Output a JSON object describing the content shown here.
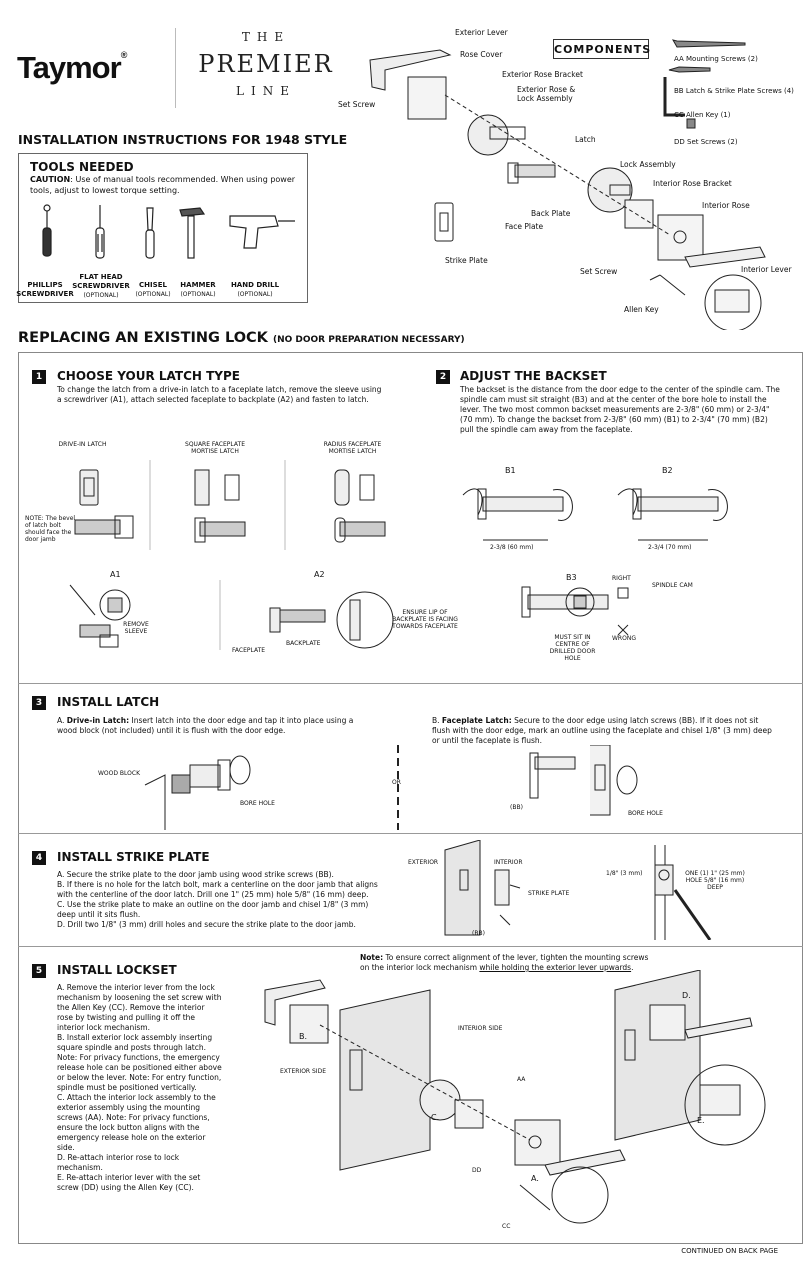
{
  "brand": {
    "logo": "Taymor",
    "registered": "®"
  },
  "premier": {
    "the": "THE",
    "main": "PREMIER",
    "line": "LINE"
  },
  "install_title": "INSTALLATION INSTRUCTIONS FOR 1948 STYLE",
  "tools": {
    "title": "TOOLS NEEDED",
    "caution_label": "CAUTION",
    "caution_text": ": Use of manual tools recommended. When using power tools, adjust to lowest torque setting.",
    "items": [
      {
        "name": "PHILLIPS SCREWDRIVER",
        "opt": ""
      },
      {
        "name": "FLAT HEAD SCREWDRIVER",
        "opt": "(OPTIONAL)"
      },
      {
        "name": "CHISEL",
        "opt": "(OPTIONAL)"
      },
      {
        "name": "HAMMER",
        "opt": "(OPTIONAL)"
      },
      {
        "name": "HAND DRILL",
        "opt": "(OPTIONAL)"
      }
    ]
  },
  "components": {
    "title": "COMPONENTS",
    "items": [
      {
        "code": "AA",
        "label": "Mounting Screws (2)"
      },
      {
        "code": "BB",
        "label": "Latch & Strike Plate Screws (4)"
      },
      {
        "code": "CC",
        "label": "Allen Key (1)"
      },
      {
        "code": "DD",
        "label": "Set Screws (2)"
      }
    ]
  },
  "exploded": {
    "exterior_lever": "Exterior Lever",
    "rose_cover": "Rose Cover",
    "set_screw": "Set Screw",
    "exterior_rose_bracket": "Exterior Rose Bracket",
    "exterior_rose": "Exterior Rose & Lock Assembly",
    "latch": "Latch",
    "lock_assembly": "Lock Assembly",
    "interior_rose_bracket": "Interior Rose Bracket",
    "back_plate": "Back Plate",
    "face_plate": "Face Plate",
    "interior_rose": "Interior Rose",
    "strike_plate": "Strike Plate",
    "set_screw_2": "Set Screw",
    "interior_lever": "Interior Lever",
    "allen_key": "Allen Key"
  },
  "replacing": {
    "title": "REPLACING AN EXISTING LOCK",
    "note": "(NO DOOR PREPARATION NECESSARY)"
  },
  "step1": {
    "num": "1",
    "title": "CHOOSE YOUR LATCH TYPE",
    "text": "To change the latch from a drive-in latch to a faceplate latch, remove the sleeve using a screwdriver (A1), attach selected faceplate to backplate (A2) and fasten to latch.",
    "drive_in": "DRIVE-IN LATCH",
    "square": "SQUARE FACEPLATE MORTISE LATCH",
    "radius": "RADIUS FACEPLATE MORTISE LATCH",
    "note": "NOTE: The bevel of latch bolt should face the door jamb",
    "a1": "A1",
    "a2": "A2",
    "remove_sleeve": "REMOVE SLEEVE",
    "ensure_lip": "ENSURE LIP OF BACKPLATE IS FACING TOWARDS FACEPLATE",
    "faceplate": "FACEPLATE",
    "backplate": "BACKPLATE"
  },
  "step2": {
    "num": "2",
    "title": "ADJUST THE BACKSET",
    "text": "The backset is the distance from the door edge to the center of the spindle cam. The spindle cam must sit straight (B3) and at the center of the bore hole to install the lever. The two most common backset measurements are 2-3/8\" (60 mm) or 2-3/4\" (70 mm). To change the backset from 2-3/8\" (60 mm) (B1) to 2-3/4\" (70 mm) (B2) pull the spindle cam away from the faceplate.",
    "b1": "B1",
    "b2": "B2",
    "b3": "B3",
    "m60": "2-3/8 (60 mm)",
    "m70": "2-3/4 (70 mm)",
    "right": "RIGHT",
    "wrong": "WRONG",
    "spindle_cam": "SPINDLE CAM",
    "must_sit": "MUST SIT IN CENTRE OF DRILLED DOOR HOLE"
  },
  "step3": {
    "num": "3",
    "title": "INSTALL LATCH",
    "a_label": "A.",
    "a_bold": "Drive-in Latch:",
    "a_text": " Insert latch into the door edge and tap it into place using a wood block (not included) until it is flush with the door edge.",
    "b_label": "B.",
    "b_bold": "Faceplate Latch:",
    "b_text": " Secure to the door edge using latch screws (BB). If it does not sit flush with the door edge, mark an outline using the faceplate and chisel 1/8\" (3 mm) deep or until the faceplate is flush.",
    "wood_block": "WOOD BLOCK",
    "bore_hole": "BORE HOLE",
    "or": "OR",
    "bb": "(BB)",
    "bore_hole_2": "BORE HOLE"
  },
  "step4": {
    "num": "4",
    "title": "INSTALL STRIKE PLATE",
    "items": [
      "A. Secure the strike plate to the door jamb using wood strike screws (BB).",
      "B. If there is no hole for the latch bolt, mark a centerline on the door jamb that aligns with the centerline of the door latch. Drill one 1\" (25 mm) hole 5/8\" (16 mm) deep.",
      "C. Use the strike plate to make an outline on the door jamb and chisel 1/8\" (3 mm) deep until it sits flush.",
      "D. Drill two 1/8\" (3 mm) drill holes and secure the strike plate to the door jamb."
    ],
    "exterior": "EXTERIOR",
    "interior": "INTERIOR",
    "strike_plate": "STRIKE PLATE",
    "bb": "(BB)",
    "eighth": "1/8\" (3 mm)",
    "one_hole": "ONE (1) 1\" (25 mm) HOLE 5/8\" (16 mm) DEEP"
  },
  "step5": {
    "num": "5",
    "title": "INSTALL LOCKSET",
    "note_label": "Note:",
    "note_text": " To ensure correct alignment of the lever, tighten the mounting screws on the interior lock mechanism ",
    "note_underline": "while holding the exterior lever upwards",
    "note_end": ".",
    "items": [
      "A. Remove the interior lever from the lock mechanism by loosening the set screw with the Allen Key (CC). Remove the interior rose by twisting and pulling it off the interior lock mechanism.",
      "B. Install exterior lock assembly inserting square spindle and posts through latch. Note: For privacy functions, the emergency release hole can be positioned either above or below the lever. Note: For entry function, spindle must be positioned vertically.",
      "C. Attach the interior lock assembly to the exterior assembly using the mounting screws (AA). Note: For privacy functions, ensure the lock button aligns with the emergency release hole on the exterior side.",
      "D. Re-attach interior rose to lock mechanism.",
      "E. Re-attach interior lever with the set screw (DD) using the Allen Key (CC)."
    ],
    "interior_side": "INTERIOR SIDE",
    "exterior_side": "EXTERIOR SIDE",
    "b": "B.",
    "c": "C.",
    "d": "D.",
    "e": "E.",
    "a": "A.",
    "aa": "AA",
    "dd": "DD",
    "cc": "CC"
  },
  "footer": "CONTINUED ON BACK PAGE"
}
